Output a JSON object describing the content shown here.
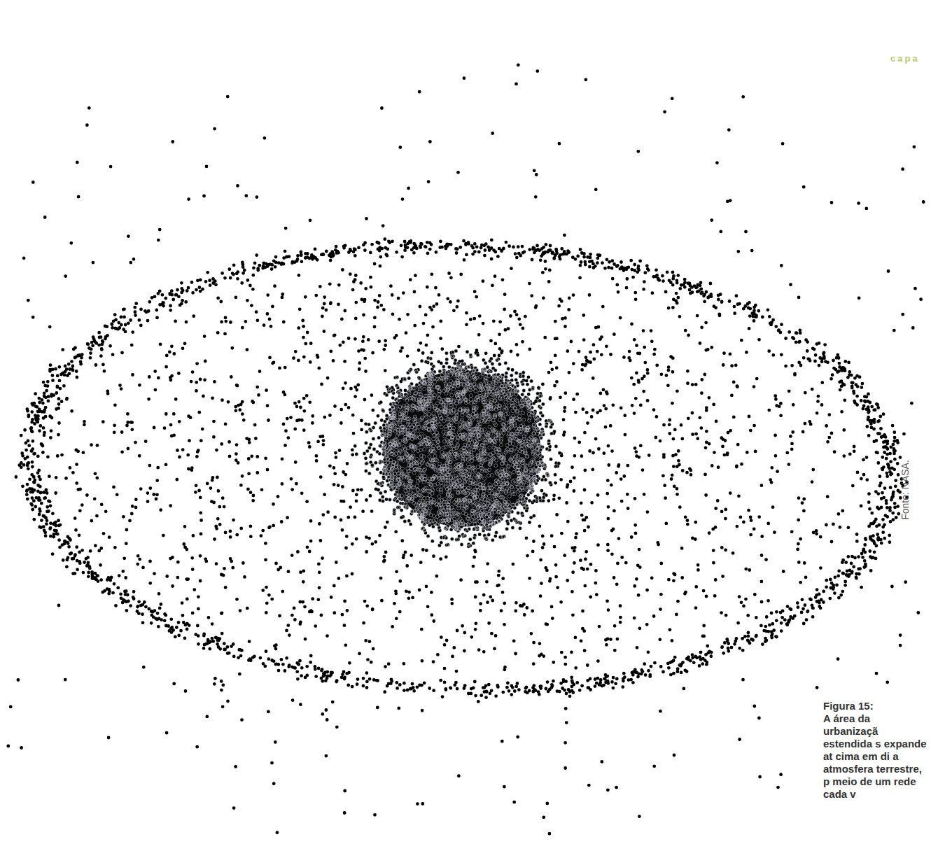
{
  "diagram": {
    "title": "Figura 15:",
    "caption": "A área da urbanizaçã estendida s expande at cima em di a atmosfera terrestre, p meio de um rede cada v",
    "labels": [
      "capa",
      "Fonte: NASA."
    ]
  }
}
